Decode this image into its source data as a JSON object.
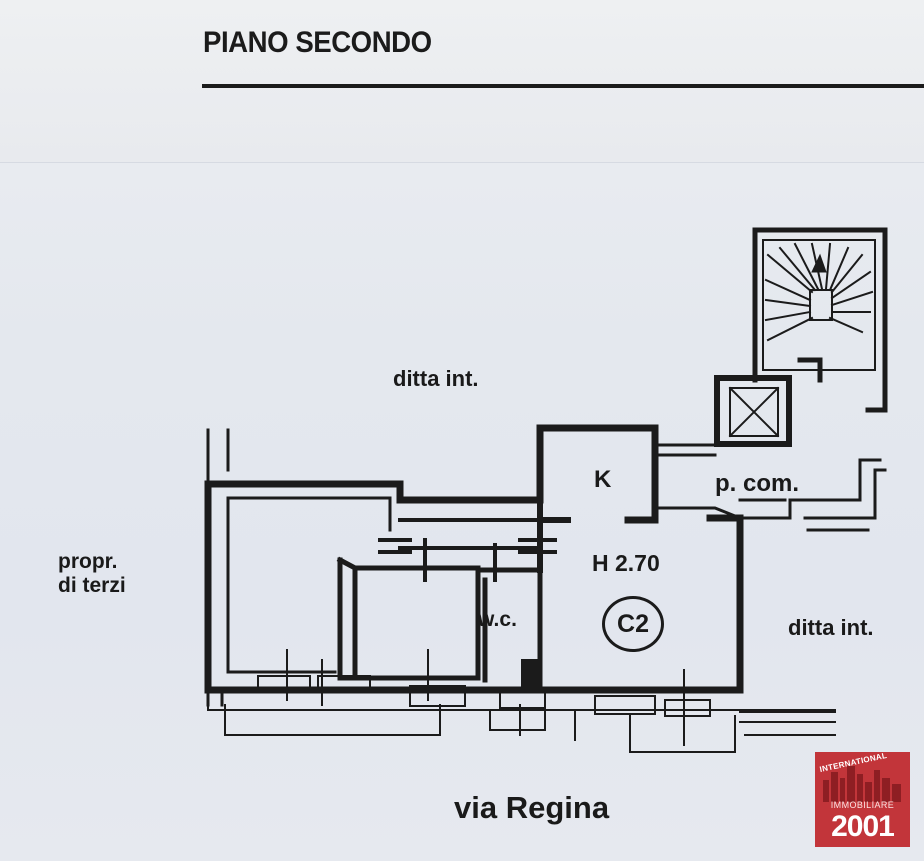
{
  "header": {
    "title": "PIANO SECONDO"
  },
  "plan": {
    "labels": {
      "ditta_top": "ditta int.",
      "propr_line1": "propr.",
      "propr_line2": "di terzi",
      "kitchen": "K",
      "common": "p. com.",
      "height": "H 2.70",
      "unit": "C2",
      "wc": "w.c.",
      "ditta_right": "ditta int.",
      "street": "via Regina"
    },
    "wall_color": "#1b1b1b"
  },
  "logo": {
    "arc_text": "INTERNATIONAL",
    "subtitle": "IMMOBILIARE",
    "number": "2001",
    "brand_color": "#c2353a"
  }
}
